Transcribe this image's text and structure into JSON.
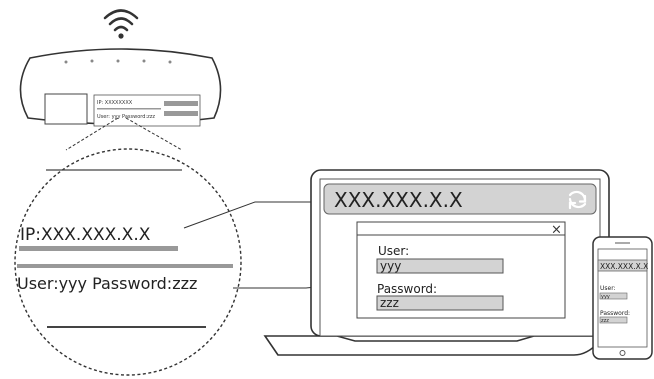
{
  "router": {
    "label_line1": "IP: XXXXXXXX",
    "label_line2": "User: yyy   Password:zzz"
  },
  "magnified_label": {
    "ip_text": "IP:XXX.XXX.X.X",
    "credentials_text": "User:yyy  Password:zzz"
  },
  "laptop": {
    "address_bar_text": "XXX.XXX.X.X",
    "dialog": {
      "close_glyph": "×",
      "user_label": "User:",
      "user_value": "yyy",
      "password_label": "Password:",
      "password_value": "zzz"
    }
  },
  "phone": {
    "address_bar_text": "XXX.XXX.X.X",
    "user_label": "User:",
    "user_value": "yyy",
    "password_label": "Password:",
    "password_value": "zzz"
  }
}
